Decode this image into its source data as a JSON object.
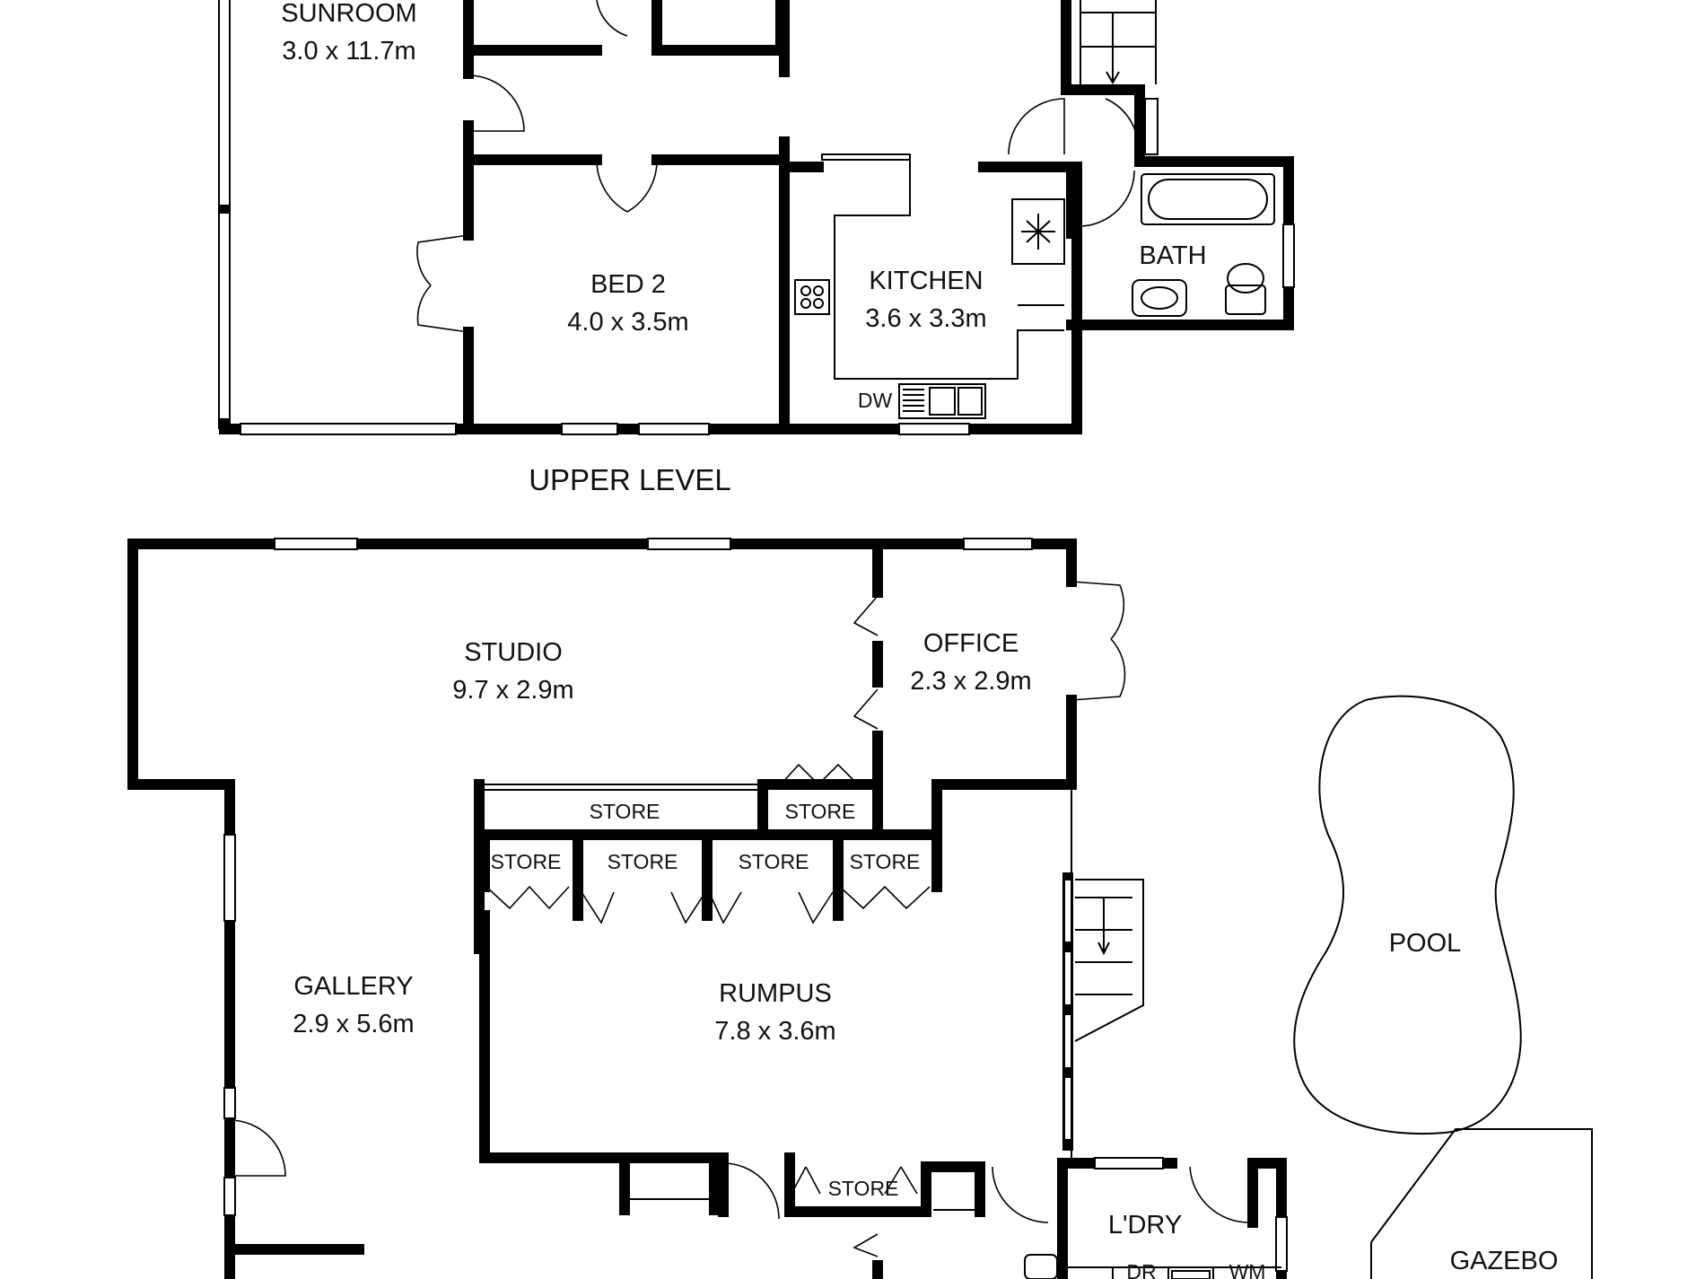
{
  "upper_level": {
    "title": "UPPER LEVEL",
    "rooms": {
      "sunroom": {
        "name": "SUNROOM",
        "size": "3.0 x 11.7m"
      },
      "bed2": {
        "name": "BED 2",
        "size": "4.0 x 3.5m"
      },
      "kitchen": {
        "name": "KITCHEN",
        "size": "3.6 x 3.3m"
      },
      "bath": {
        "name": "BATH"
      }
    },
    "fixtures": {
      "dishwasher": "DW"
    }
  },
  "lower_level": {
    "rooms": {
      "studio": {
        "name": "STUDIO",
        "size": "9.7 x 2.9m"
      },
      "office": {
        "name": "OFFICE",
        "size": "2.3 x 2.9m"
      },
      "gallery": {
        "name": "GALLERY",
        "size": "2.9 x 5.6m"
      },
      "rumpus": {
        "name": "RUMPUS",
        "size": "7.8 x 3.6m"
      },
      "laundry": {
        "name": "L'DRY"
      },
      "pool": {
        "name": "POOL"
      },
      "gazebo": {
        "name": "GAZEBO"
      }
    },
    "stores": {
      "store_a": "STORE",
      "store_b": "STORE",
      "store_c": "STORE",
      "store_d": "STORE",
      "store_e": "STORE",
      "store_f": "STORE",
      "store_g": "STORE"
    },
    "fixtures": {
      "dryer": "DR",
      "washer": "WM"
    }
  },
  "colors": {
    "wall": "#000000",
    "background": "#ffffff"
  }
}
